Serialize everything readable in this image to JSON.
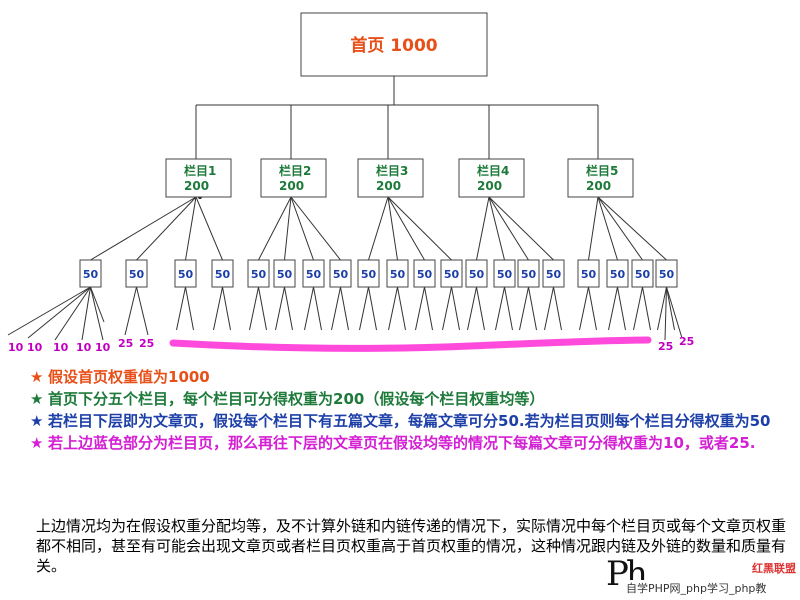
{
  "root": {
    "label": "首页 1000",
    "color": "#e8501a"
  },
  "categories": [
    {
      "name": "栏目1",
      "value": "200"
    },
    {
      "name": "栏目2",
      "value": "200"
    },
    {
      "name": "栏目3",
      "value": "200"
    },
    {
      "name": "栏目4",
      "value": "200"
    },
    {
      "name": "栏目5",
      "value": "200"
    }
  ],
  "category_color": "#1e7a3a",
  "article_value": "50",
  "article_color": "#1d3fa8",
  "leaf_labels": {
    "tens": [
      "10",
      "10",
      "10",
      "10",
      "10"
    ],
    "left_25": [
      "25",
      "25"
    ],
    "right_25": [
      "25",
      "25"
    ],
    "color": "#c000c0"
  },
  "highlight_color": "#ff2ad6",
  "notes": [
    {
      "text": "假设首页权重值为1000",
      "color": "#e8501a"
    },
    {
      "text": "首页下分五个栏目，每个栏目可分得权重为200（假设每个栏目权重均等）",
      "color": "#1e7a3a"
    },
    {
      "text": "若栏目下层即为文章页，假设每个栏目下有五篇文章，每篇文章可分50.若为栏目页则每个栏目分得权重为50",
      "color": "#1d3fa8"
    },
    {
      "text": "若上边蓝色部分为栏目页，那么再往下层的文章页在假设均等的情况下每篇文章可分得权重为10，或者25.",
      "color": "#d41fd4"
    }
  ],
  "star": "★",
  "summary": "上边情况均为在假设权重分配均等，及不计算外链和内链传递的情况下，实际情况中每个栏目页或每个文章页权重都不相同，甚至有可能会出现文章页或者栏目页权重高于首页权重的情况，这种情况跟内链及外链的数量和质量有关。",
  "watermark": {
    "logo": "Ph",
    "brand": "红黑联盟",
    "line": "自学PHP网_php学习_php教"
  }
}
